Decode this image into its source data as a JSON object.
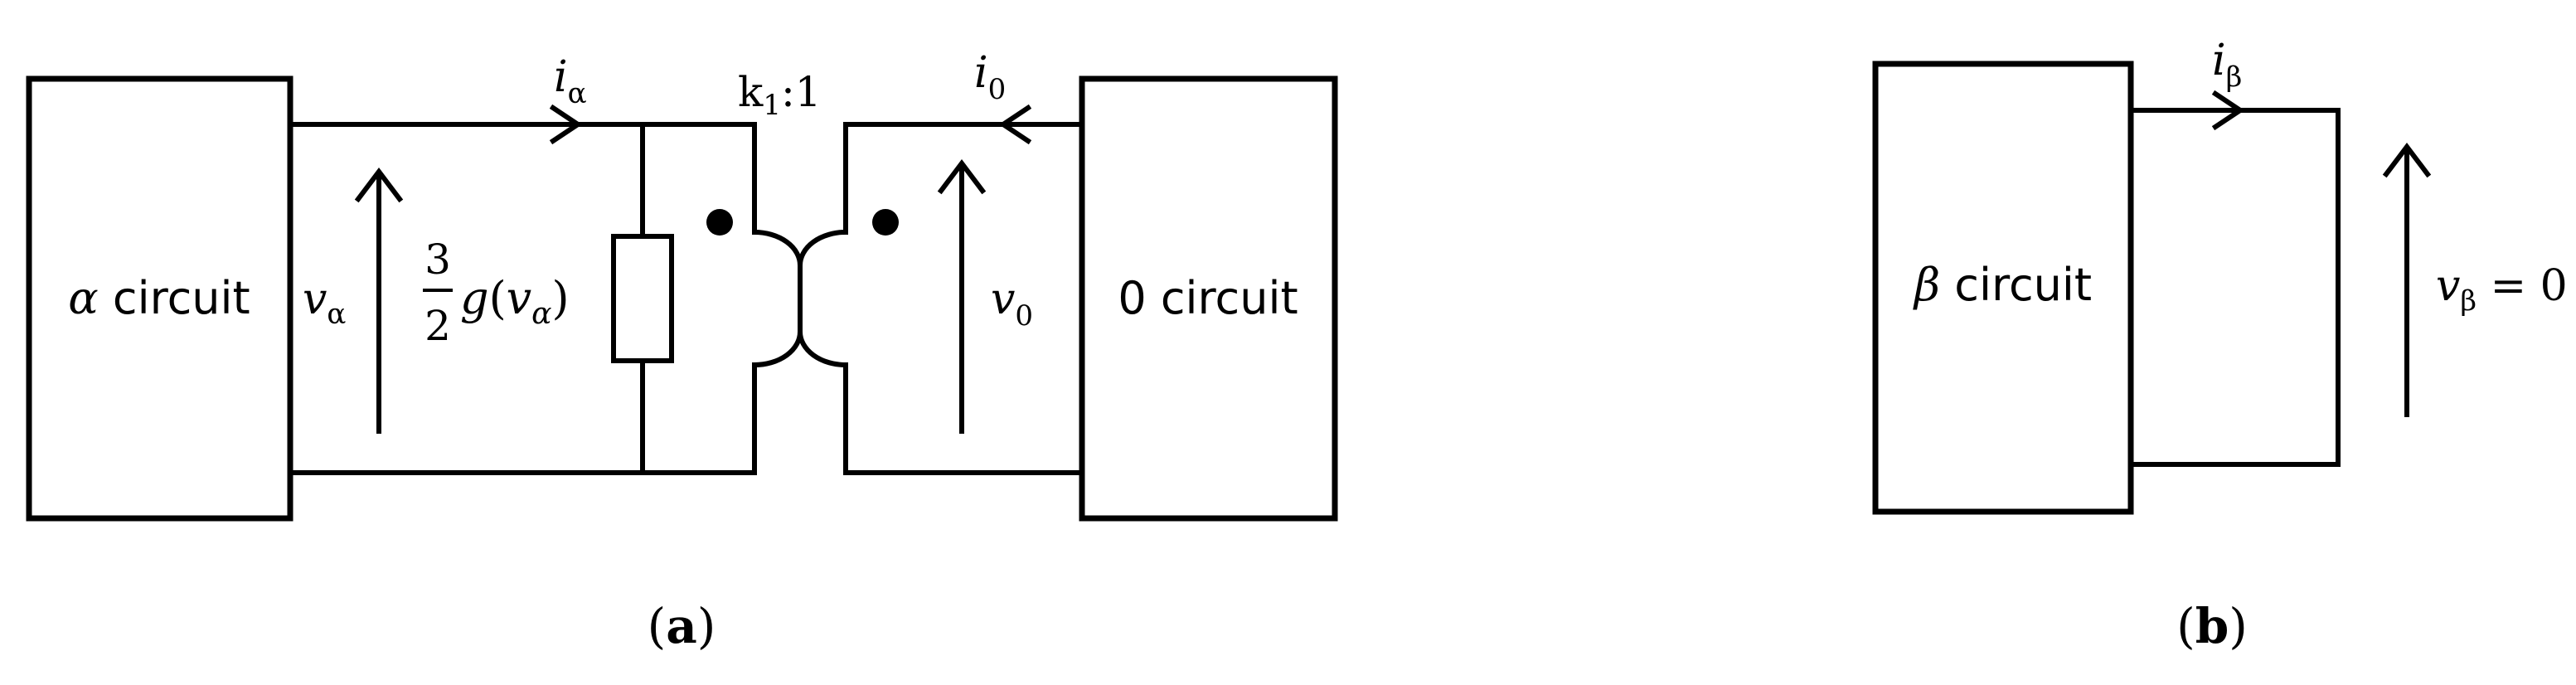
{
  "panel_a": {
    "alpha_block": {
      "symbol": "α",
      "label": " circuit"
    },
    "zero_block": {
      "label": "0 circuit"
    },
    "current_alpha": {
      "symbol": "i",
      "sub": "α"
    },
    "current_zero": {
      "symbol": "i",
      "sub": "0"
    },
    "voltage_alpha": {
      "symbol": "v",
      "sub": "α"
    },
    "voltage_zero": {
      "symbol": "v",
      "sub": "0"
    },
    "ratio": {
      "k": "k",
      "k_sub": "1",
      "rest": ":1"
    },
    "conductance": {
      "numerator": "3",
      "denominator": "2",
      "func": "g",
      "arg_open": "(",
      "arg_symbol": "v",
      "arg_sub": "α",
      "arg_close": ")"
    },
    "caption": {
      "open": "(",
      "letter": "a",
      "close": ")"
    }
  },
  "panel_b": {
    "beta_block": {
      "symbol": "β",
      "label": " circuit"
    },
    "current_beta": {
      "symbol": "i",
      "sub": "β"
    },
    "voltage_beta": {
      "symbol": "v",
      "sub": "β",
      "eq": " = 0"
    },
    "caption": {
      "open": "(",
      "letter": "b",
      "close": ")"
    }
  }
}
